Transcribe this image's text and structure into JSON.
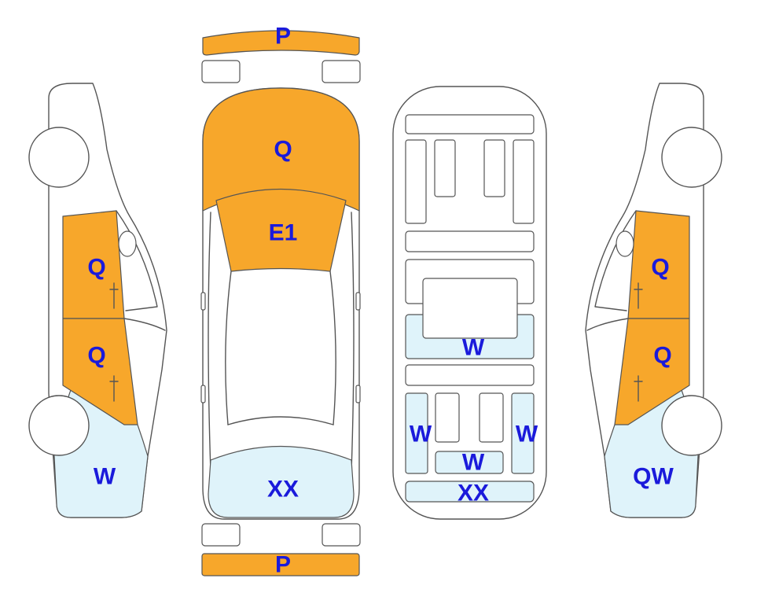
{
  "colors": {
    "zone_orange": "#f7a72b",
    "zone_blue": "#dff3fa",
    "outline": "#555555",
    "label": "#1a1adb"
  },
  "labels": {
    "front_bumper": "P",
    "rear_bumper": "P",
    "hood": "Q",
    "windshield": "E1",
    "trunk": "XX",
    "left_front_door": "Q",
    "left_rear_door": "Q",
    "left_rear_quarter": "W",
    "right_front_door": "Q",
    "right_rear_door": "Q",
    "right_rear_quarter": "QW",
    "under_center": "W",
    "under_left_rear": "W",
    "under_right_rear": "W",
    "under_rear_mid": "W",
    "under_rear": "XX"
  }
}
